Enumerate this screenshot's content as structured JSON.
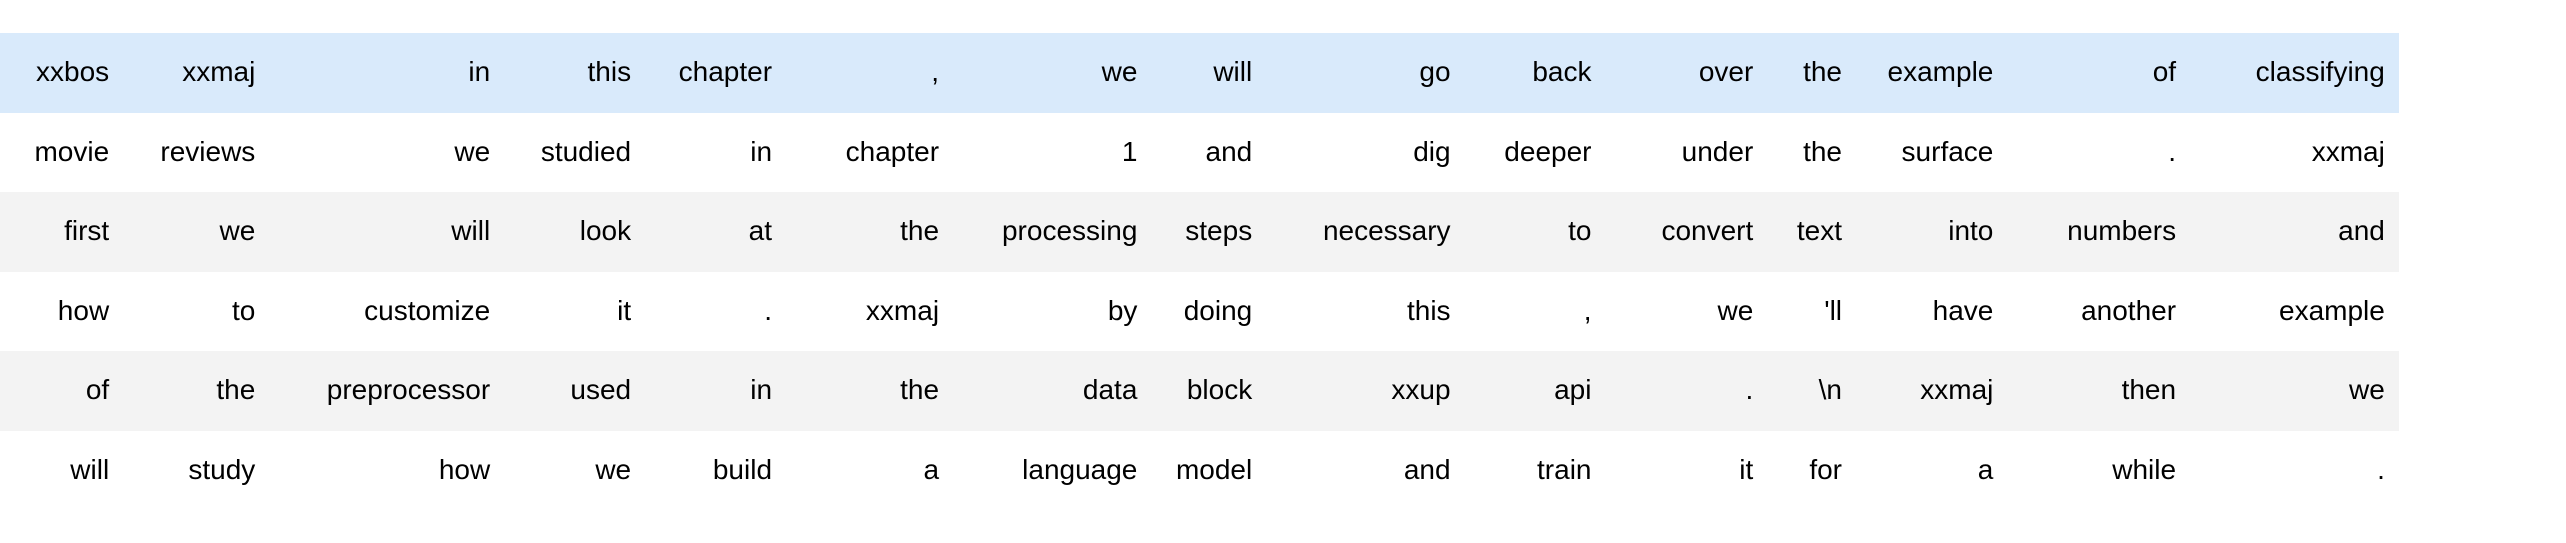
{
  "table": {
    "type": "tokenized-text-dataframe",
    "row_count": 6,
    "column_count": 16,
    "cell_alignment": "right",
    "colors": {
      "highlight_blue": "#d9eafb",
      "highlight_gray": "#f3f3f3",
      "plain": "#ffffff",
      "text": "#000000"
    },
    "rows": [
      {
        "style": "row-highlight-blue",
        "cells": [
          "xxbos",
          "xxmaj",
          "in",
          "this",
          "chapter",
          ",",
          "we",
          "will",
          "go",
          "back",
          "over",
          "the",
          "example",
          "of",
          "classifying"
        ]
      },
      {
        "style": "row-plain",
        "cells": [
          "movie",
          "reviews",
          "we",
          "studied",
          "in",
          "chapter",
          "1",
          "and",
          "dig",
          "deeper",
          "under",
          "the",
          "surface",
          ".",
          "xxmaj"
        ]
      },
      {
        "style": "row-highlight-gray",
        "cells": [
          "first",
          "we",
          "will",
          "look",
          "at",
          "the",
          "processing",
          "steps",
          "necessary",
          "to",
          "convert",
          "text",
          "into",
          "numbers",
          "and"
        ]
      },
      {
        "style": "row-plain",
        "cells": [
          "how",
          "to",
          "customize",
          "it",
          ".",
          "xxmaj",
          "by",
          "doing",
          "this",
          ",",
          "we",
          "'ll",
          "have",
          "another",
          "example"
        ]
      },
      {
        "style": "row-highlight-gray",
        "cells": [
          "of",
          "the",
          "preprocessor",
          "used",
          "in",
          "the",
          "data",
          "block",
          "xxup",
          "api",
          ".",
          "\\n",
          "xxmaj",
          "then",
          "we"
        ]
      },
      {
        "style": "row-plain",
        "cells": [
          "will",
          "study",
          "how",
          "we",
          "build",
          "a",
          "language",
          "model",
          "and",
          "train",
          "it",
          "for",
          "a",
          "while",
          "."
        ]
      }
    ]
  }
}
